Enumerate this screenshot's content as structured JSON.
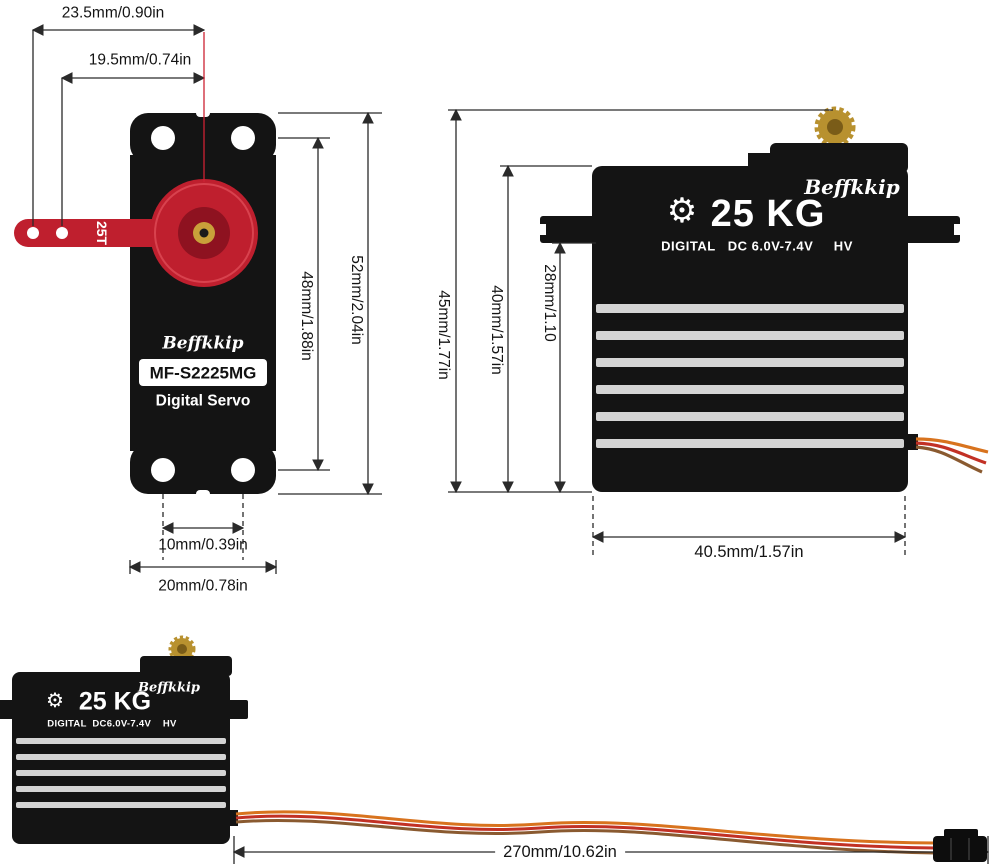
{
  "front_view": {
    "brand": "Beffkkip",
    "model": "MF-S2225MG",
    "type_label": "Digital Servo",
    "arm_label": "25T",
    "dims": {
      "hole1_to_center": "23.5mm/0.90in",
      "hole2_to_center": "19.5mm/0.74in",
      "mount_hole_span": "48mm/1.88in",
      "body_height": "52mm/2.04in",
      "bottom_hole_span": "10mm/0.39in",
      "body_width": "20mm/0.78in"
    }
  },
  "side_view": {
    "brand": "Beffkkip",
    "rating": "25 KG",
    "gear_logo_glyph": "⚙",
    "spec_line": "DIGITAL   DC 6.0V-7.4V     HV",
    "dims": {
      "total_height": "45mm/1.77in",
      "case_height": "40mm/1.57in",
      "below_flange_height": "28mm/1.10",
      "body_length": "40.5mm/1.57in"
    }
  },
  "cable_view": {
    "brand": "Beffkkip",
    "rating": "25 KG",
    "gear_logo_glyph": "⚙",
    "spec_line": "DIGITAL  DC6.0V-7.4V    HV",
    "dims": {
      "cable_length": "270mm/10.62in"
    }
  },
  "colors": {
    "servo_body": "#141414",
    "arm_red": "#bf1f2e",
    "brass": "#b8912f",
    "stripe_silver": "#d4d4d4",
    "wire_orange": "#d8731e",
    "wire_red": "#c23125",
    "wire_brown": "#8a5a30",
    "dimension_line": "#2a2a2a"
  }
}
